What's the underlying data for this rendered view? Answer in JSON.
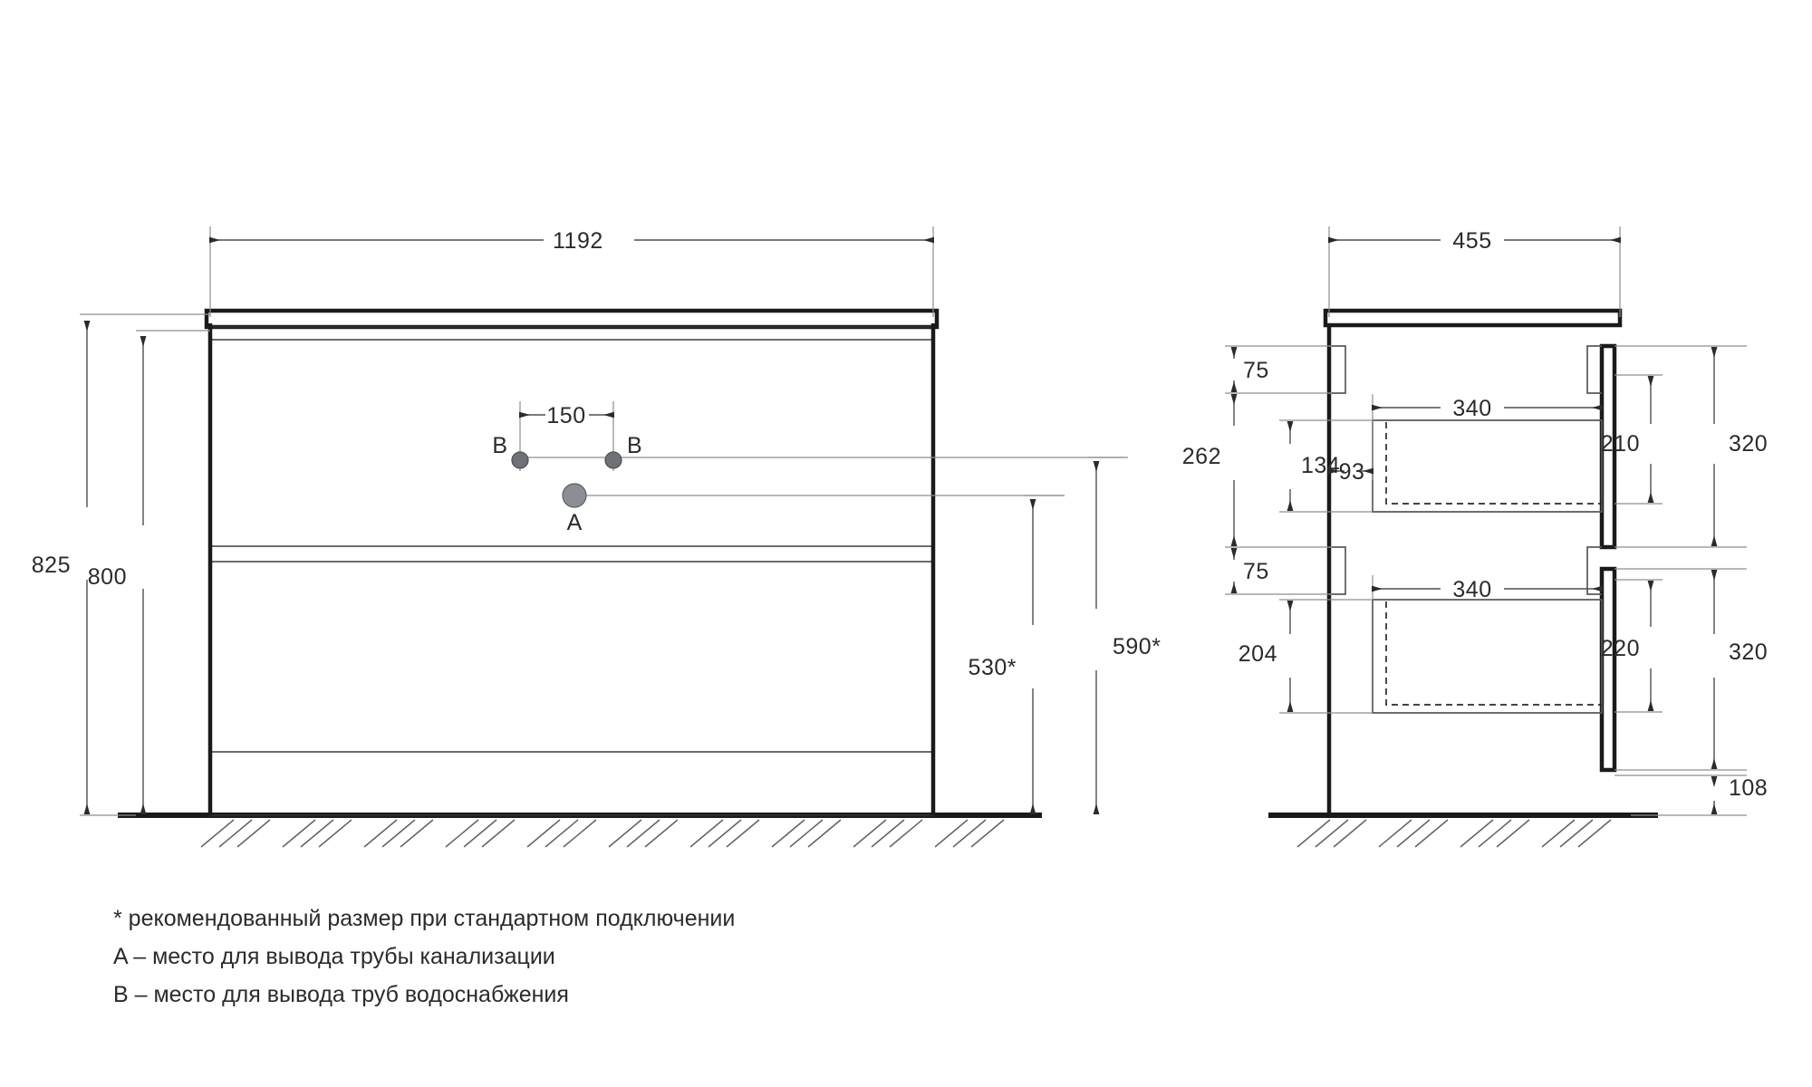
{
  "drawing": {
    "title": "Bathroom vanity cabinet technical drawing",
    "units": "mm",
    "views": [
      {
        "id": "front",
        "name": "front-elevation"
      },
      {
        "id": "side",
        "name": "side-section"
      }
    ]
  },
  "front_view": {
    "dimensions": {
      "width_overall": "1192",
      "height_total": "825",
      "height_body": "800",
      "port_spacing_b": "150",
      "drain_height": "530*",
      "water_height": "590*"
    },
    "markers": {
      "b_left": "B",
      "b_right": "B",
      "a": "A"
    }
  },
  "side_view": {
    "dimensions": {
      "depth_overall": "455",
      "top_gap": "75",
      "mid_gap": "75",
      "upper_section": "262",
      "upper_drawer_height": "134",
      "drawer_inset": "93",
      "drawer_depth_upper": "340",
      "drawer_depth_lower": "340",
      "lower_drawer_height": "204",
      "upper_front_height": "210",
      "lower_front_height": "220",
      "upper_panel_height": "320",
      "lower_panel_height": "320",
      "plinth_height": "108"
    }
  },
  "legend": {
    "lines": [
      "* рекомендованный размер при стандартном подключении",
      "A – место для вывода трубы канализации",
      "B – место для вывода труб водоснабжения"
    ]
  },
  "colors": {
    "line_heavy": "#1a1a1a",
    "line_medium": "#2b2b2b",
    "line_thin": "#555a5e",
    "dimension": "#4a4f53",
    "extension": "#8a8f93",
    "port_b": "#6e7276",
    "port_a": "#8b8f93",
    "background": "#ffffff"
  }
}
